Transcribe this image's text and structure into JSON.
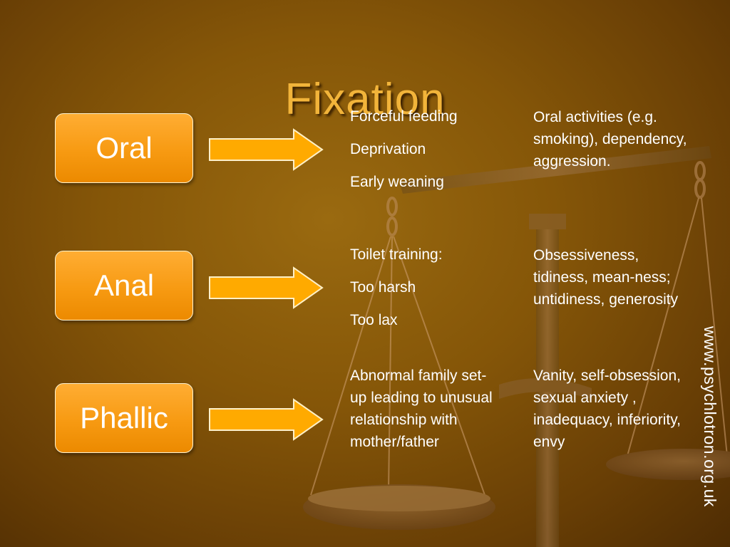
{
  "slide": {
    "title": "Fixation",
    "url": "www.psychlotron.org.uk",
    "colors": {
      "background": "#855608",
      "stage_box": "#f79a12",
      "arrow": "#ffaa00",
      "title": "#f2b43a"
    },
    "rows": [
      {
        "stage": "Oral",
        "causes": [
          "Forceful feeding",
          "Deprivation",
          "Early weaning"
        ],
        "effects": "Oral activities (e.g. smoking), dependency, aggression."
      },
      {
        "stage": "Anal",
        "causes": [
          "Toilet training:",
          "Too harsh",
          "Too lax"
        ],
        "effects": "Obsessiveness, tidiness, mean-ness;   untidiness, generosity"
      },
      {
        "stage": "Phallic",
        "causes": [
          "Abnormal family set-up leading to unusual relationship with mother/father"
        ],
        "effects": "Vanity, self-obsession, sexual anxiety , inadequacy, inferiority, envy"
      }
    ]
  }
}
